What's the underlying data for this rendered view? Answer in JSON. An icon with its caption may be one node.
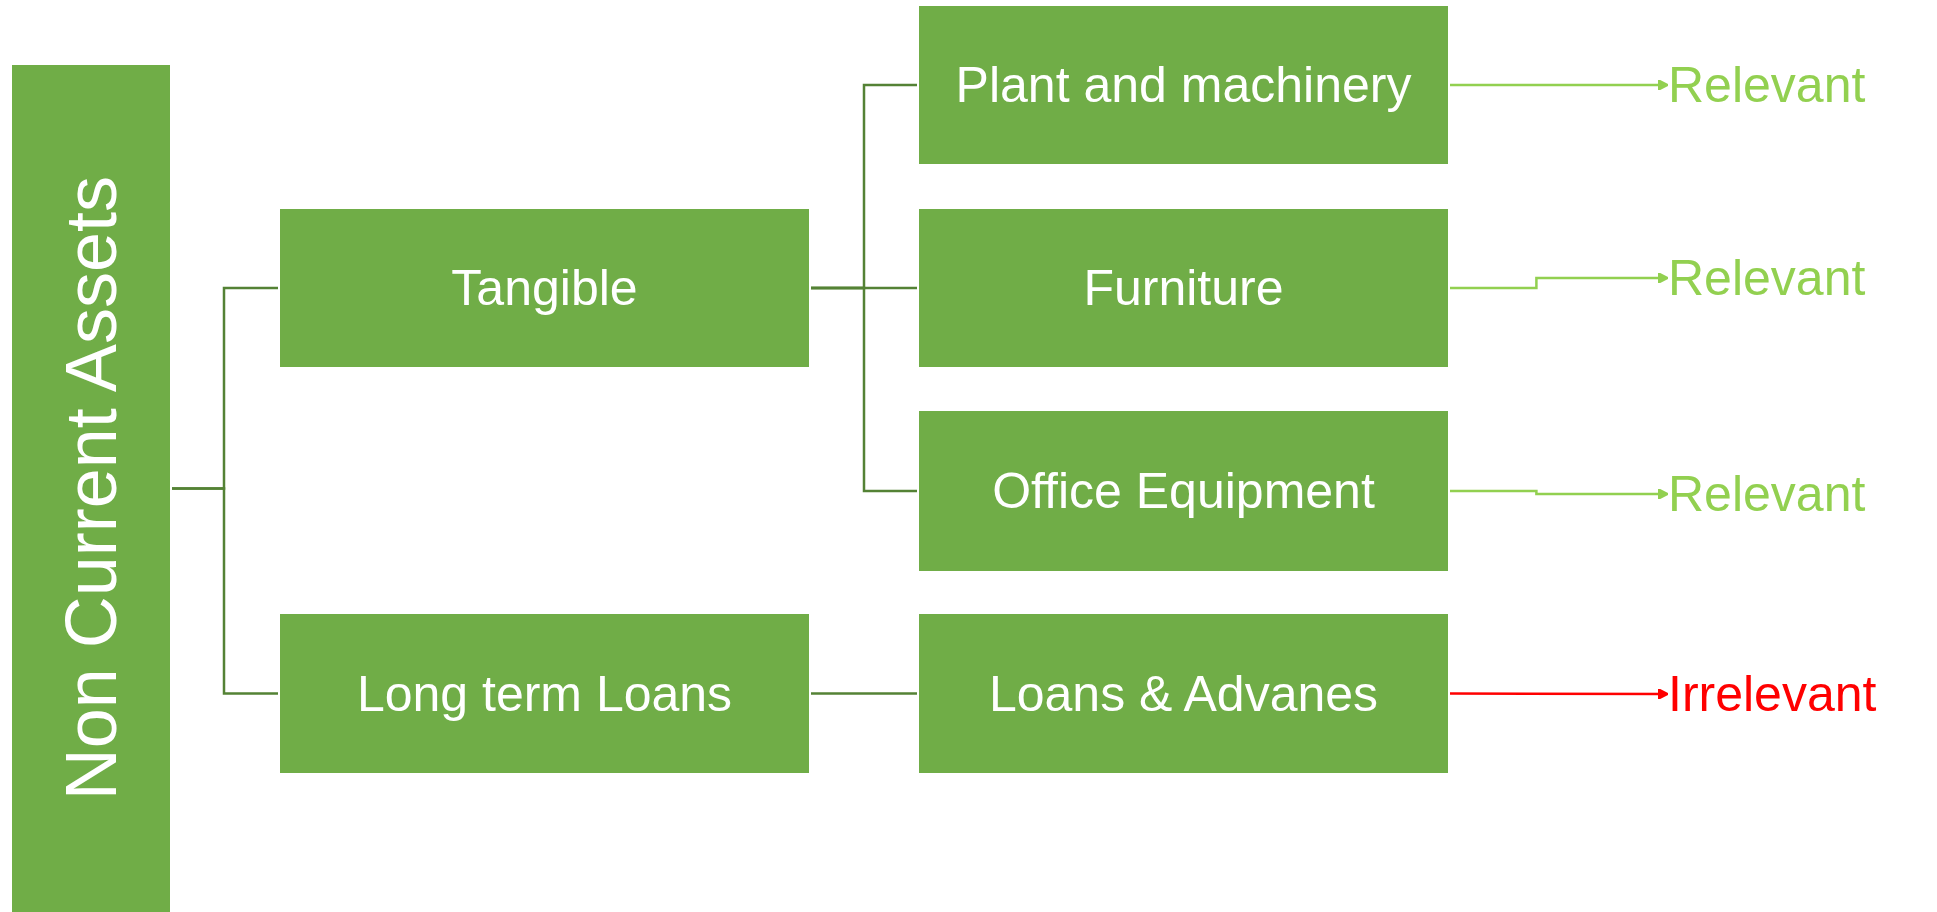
{
  "diagram": {
    "nodes": [
      {
        "text": [
          "Non Current Assets"
        ]
      },
      {
        "text": [
          "Tangible"
        ]
      },
      {
        "text": [
          "Long term Loans"
        ]
      },
      {
        "text": [
          "Plant and machinery"
        ]
      },
      {
        "text": [
          "Furniture"
        ]
      },
      {
        "text": [
          "Office Equipment"
        ]
      },
      {
        "text": [
          "Loans & Advanes"
        ]
      },
      {
        "text": [
          "Relevant"
        ]
      },
      {
        "text": [
          "Relevant"
        ]
      },
      {
        "text": [
          "Relevant"
        ]
      },
      {
        "text": [
          "Irrelevant"
        ]
      }
    ],
    "edges": [
      {
        "from": 0,
        "to": 1,
        "arrow": "none"
      },
      {
        "from": 0,
        "to": 2,
        "arrow": "none"
      },
      {
        "from": 1,
        "to": 3,
        "arrow": "none"
      },
      {
        "from": 1,
        "to": 4,
        "arrow": "none"
      },
      {
        "from": 1,
        "to": 5,
        "arrow": "none"
      },
      {
        "from": 2,
        "to": 6,
        "arrow": "none"
      },
      {
        "from": 3,
        "to": 7,
        "arrow": "to",
        "color": "#92d050"
      },
      {
        "from": 4,
        "to": 8,
        "arrow": "to",
        "color": "#92d050"
      },
      {
        "from": 5,
        "to": 9,
        "arrow": "to",
        "color": "#92d050"
      },
      {
        "from": 6,
        "to": 10,
        "arrow": "to",
        "color": "#ff0000"
      }
    ]
  }
}
